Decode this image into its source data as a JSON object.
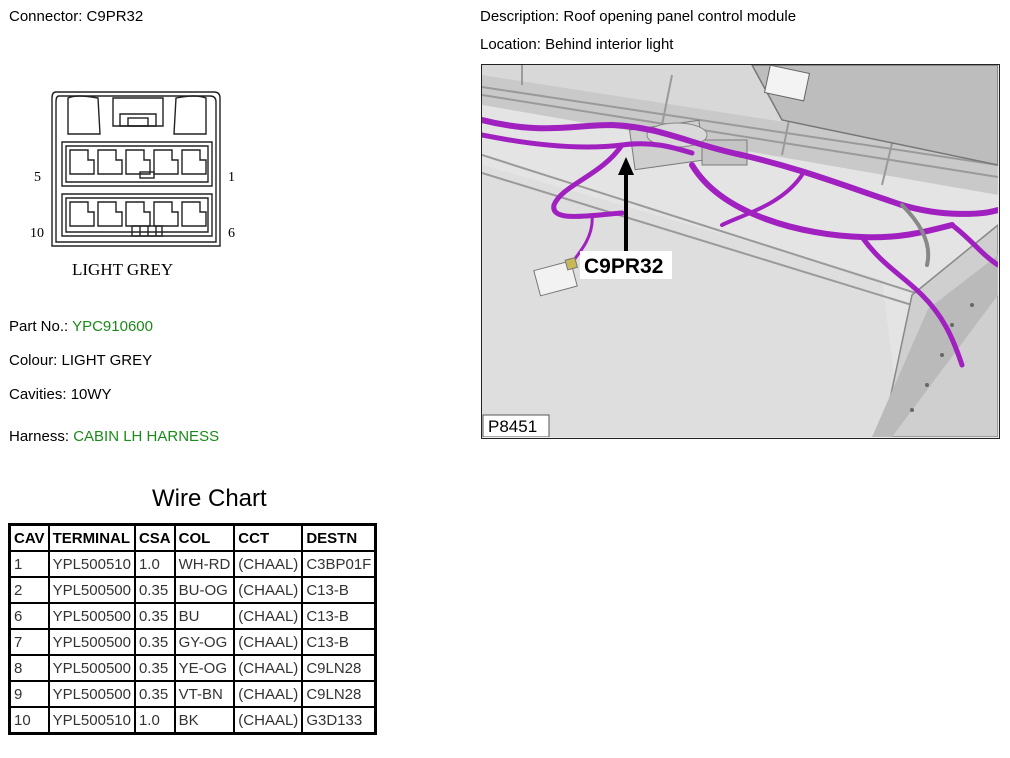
{
  "connector": {
    "label": "Connector:",
    "value": "C9PR32"
  },
  "description": {
    "label": "Description:",
    "value": "Roof opening panel control module"
  },
  "location": {
    "label": "Location:",
    "value": "Behind interior light"
  },
  "diagram": {
    "pin_labels": {
      "top_left": "5",
      "top_right": "1",
      "bottom_left": "10",
      "bottom_right": "6"
    },
    "colour_caption": "LIGHT GREY"
  },
  "part_no": {
    "label": "Part No.:",
    "value": "YPC910600",
    "value_color": "#1a8a1a"
  },
  "colour": {
    "label": "Colour:",
    "value": "LIGHT GREY"
  },
  "cavities": {
    "label": "Cavities:",
    "value": "10WY"
  },
  "harness": {
    "label": "Harness:",
    "value": "CABIN LH HARNESS",
    "value_color": "#1a8a1a"
  },
  "photo": {
    "callout": "C9PR32",
    "figure_id": "P8451",
    "harness_color": "#a020c0"
  },
  "wire_chart": {
    "title": "Wire Chart",
    "headers": [
      "CAV",
      "TERMINAL",
      "CSA",
      "COL",
      "CCT",
      "DESTN"
    ],
    "rows": [
      [
        "1",
        "YPL500510",
        "1.0",
        "WH-RD",
        "(CHAAL)",
        "C3BP01F"
      ],
      [
        "2",
        "YPL500500",
        "0.35",
        "BU-OG",
        "(CHAAL)",
        "C13-B"
      ],
      [
        "6",
        "YPL500500",
        "0.35",
        "BU",
        "(CHAAL)",
        "C13-B"
      ],
      [
        "7",
        "YPL500500",
        "0.35",
        "GY-OG",
        "(CHAAL)",
        "C13-B"
      ],
      [
        "8",
        "YPL500500",
        "0.35",
        "YE-OG",
        "(CHAAL)",
        "C9LN28"
      ],
      [
        "9",
        "YPL500500",
        "0.35",
        "VT-BN",
        "(CHAAL)",
        "C9LN28"
      ],
      [
        "10",
        "YPL500510",
        "1.0",
        "BK",
        "(CHAAL)",
        "G3D133"
      ]
    ]
  }
}
